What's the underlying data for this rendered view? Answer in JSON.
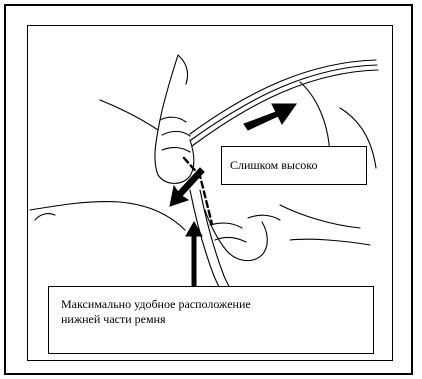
{
  "callouts": {
    "too_high": "Слишком высоко",
    "best_position_line1": "Максимально удобное расположение",
    "best_position_line2": "нижней части ремня"
  },
  "colors": {
    "line": "#000000",
    "background": "#ffffff"
  }
}
